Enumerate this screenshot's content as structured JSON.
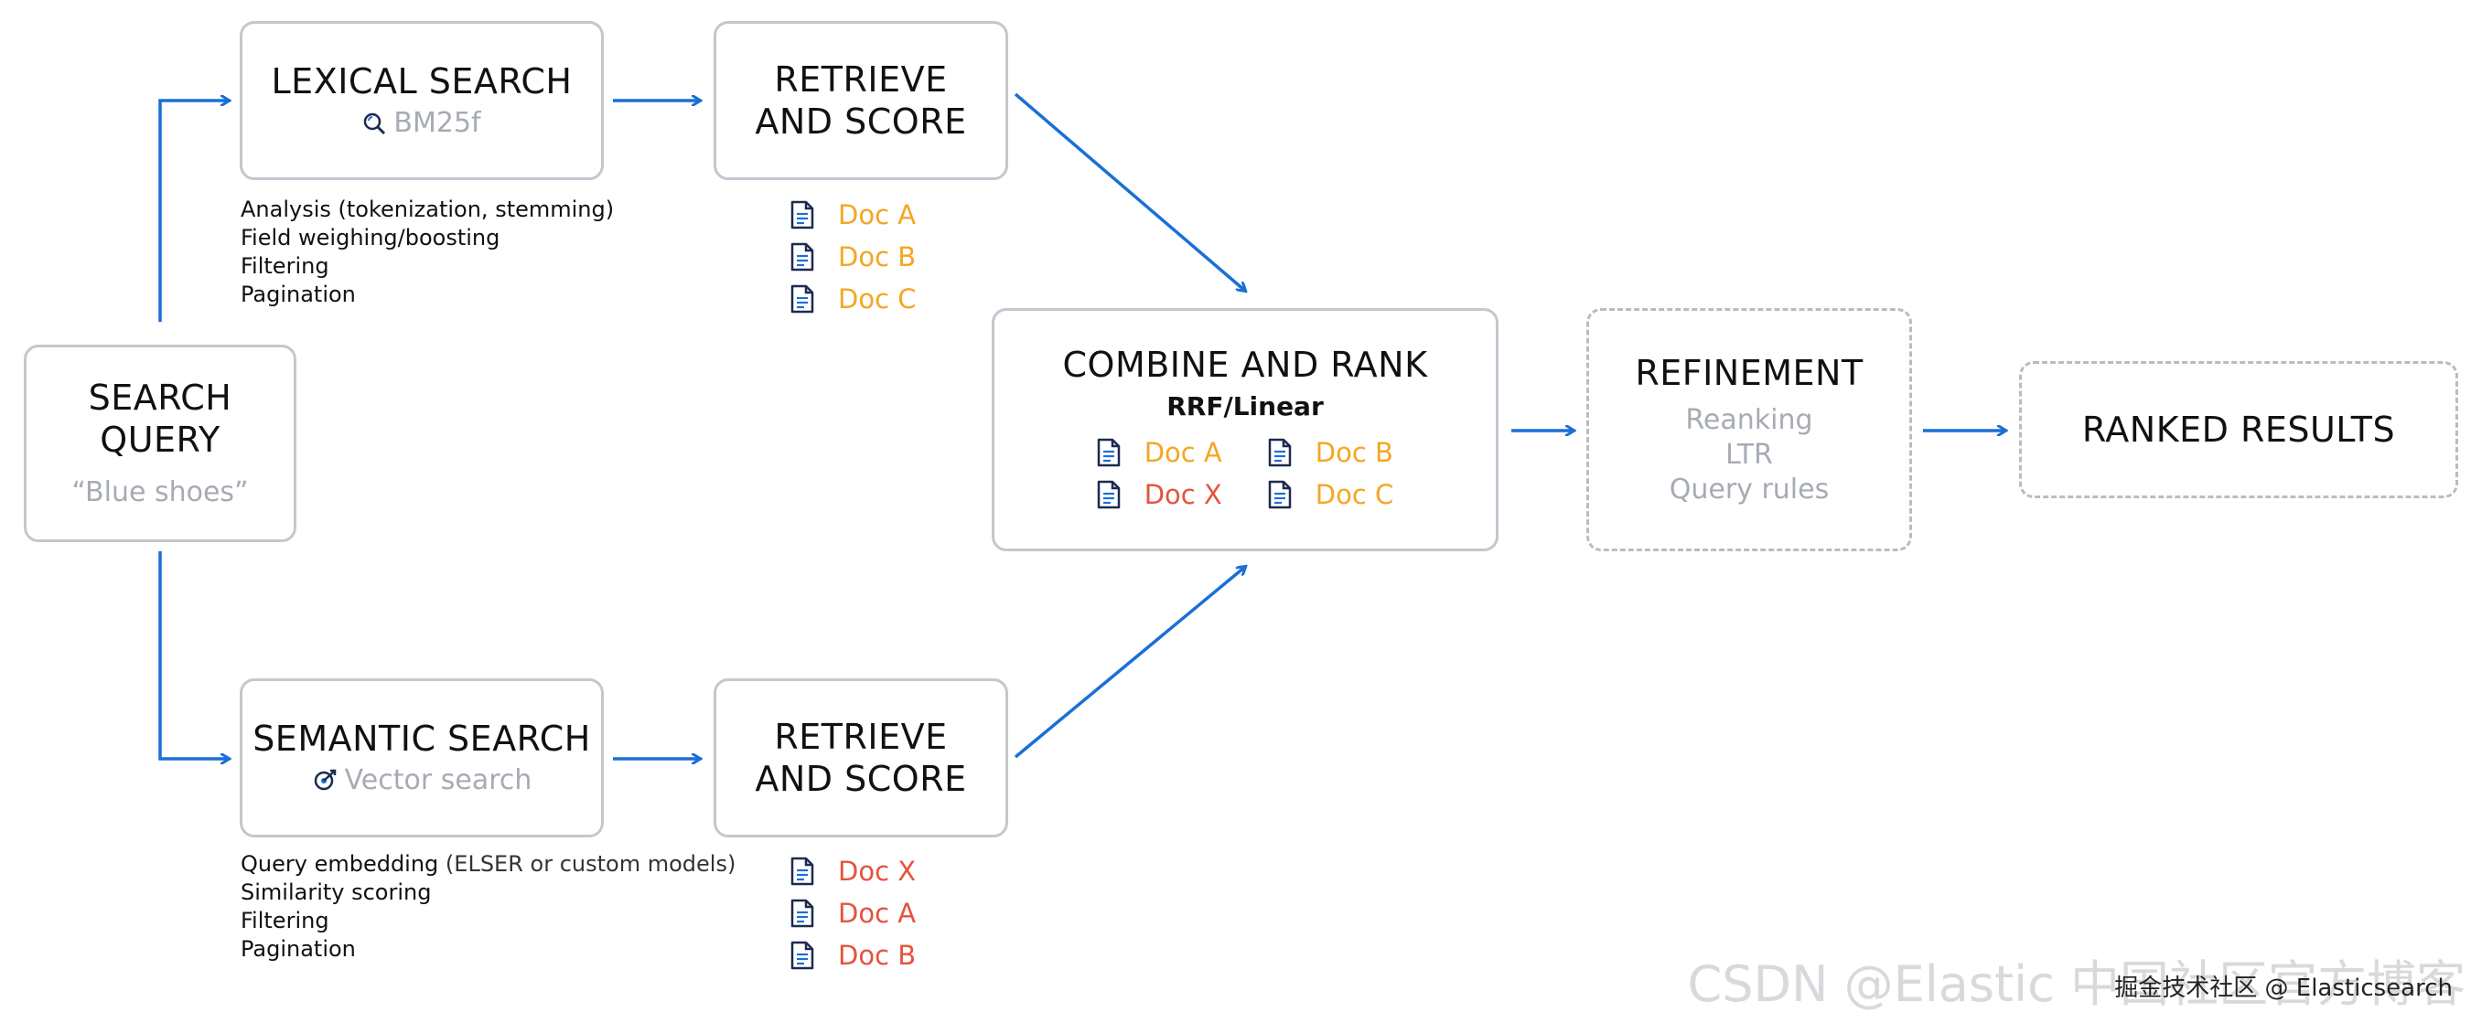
{
  "search_query": {
    "title": "SEARCH\nQUERY",
    "example": "“Blue shoes”"
  },
  "lexical": {
    "title": "LEXICAL SEARCH",
    "method": "BM25f",
    "method_icon": "magnifier-icon",
    "notes": [
      "Analysis (tokenization, stemming)",
      "Field weighing/boosting",
      "Filtering",
      "Pagination"
    ]
  },
  "semantic": {
    "title": "SEMANTIC SEARCH",
    "method": "Vector search",
    "method_icon": "vector-target-icon",
    "notes_first_bold": "Query embedding",
    "notes_first_rest": " (ELSER or custom models)",
    "notes": [
      "Similarity scoring",
      "Filtering",
      "Pagination"
    ]
  },
  "retrieve_top": {
    "title": "RETRIEVE\nAND SCORE",
    "docs": [
      "Doc A",
      "Doc B",
      "Doc C"
    ],
    "doc_color": "#f5a623"
  },
  "retrieve_bottom": {
    "title": "RETRIEVE\nAND SCORE",
    "docs": [
      "Doc X",
      "Doc A",
      "Doc B"
    ],
    "doc_color": "#e5533d"
  },
  "combine": {
    "title": "COMBINE AND RANK",
    "subtitle": "RRF/Linear",
    "docs": [
      {
        "label": "Doc A",
        "color": "#f5a623"
      },
      {
        "label": "Doc B",
        "color": "#f5a623"
      },
      {
        "label": "Doc X",
        "color": "#e5533d"
      },
      {
        "label": "Doc C",
        "color": "#f5a623"
      }
    ]
  },
  "refinement": {
    "title": "REFINEMENT",
    "items": [
      "Reanking",
      "LTR",
      "Query rules"
    ]
  },
  "ranked": {
    "title": "RANKED RESULTS"
  },
  "colors": {
    "arrow": "#1a6fd6",
    "border": "#c3c7cf",
    "dashed_border": "#b9bcc2",
    "doc_icon": "#1d2b4f"
  },
  "watermark": {
    "large": "CSDN @Elastic 中国社区官方博客",
    "small": "掘金技术社区 @ Elasticsearch"
  }
}
